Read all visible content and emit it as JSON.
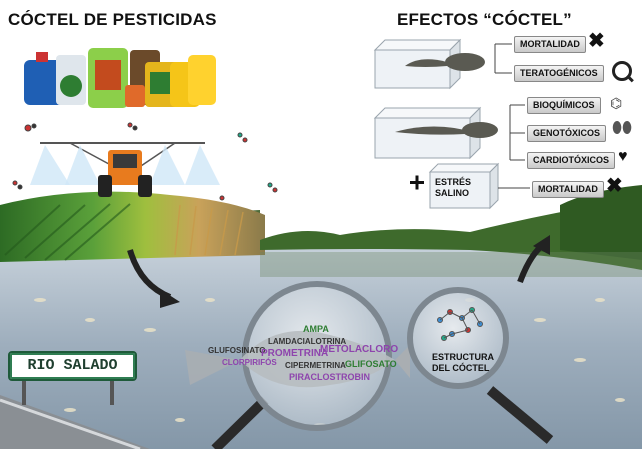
{
  "titles": {
    "left": "CÓCTEL DE PESTICIDAS",
    "right": "EFECTOS “CÓCTEL”"
  },
  "effects": {
    "top_group": [
      {
        "label": "MORTALIDAD",
        "icon": "x-icon"
      },
      {
        "label": "TERATOGÉNICOS",
        "icon": "magnifier-icon"
      }
    ],
    "middle_group": [
      {
        "label": "BIOQUÍMICOS",
        "icon": "molecule-icon"
      },
      {
        "label": "GENOTÓXICOS",
        "icon": "cells-icon"
      },
      {
        "label": "CARDIOTÓXICOS",
        "icon": "heart-icon"
      }
    ],
    "stress": {
      "label": "ESTRÉS SALINO",
      "line1": "ESTRÉS",
      "line2": "SALINO"
    },
    "bottom_group": [
      {
        "label": "MORTALIDAD",
        "icon": "x-icon"
      }
    ]
  },
  "pesticides": [
    {
      "name": "AMPA",
      "color": "#2e7d32"
    },
    {
      "name": "LAMDACIALOTRINA",
      "color": "#333333"
    },
    {
      "name": "GLUFOSINATO",
      "color": "#333333"
    },
    {
      "name": "PROMETRINA",
      "color": "#8e44ad"
    },
    {
      "name": "METOLACLORO",
      "color": "#8e44ad"
    },
    {
      "name": "CLORPIRIFÓS",
      "color": "#8e44ad"
    },
    {
      "name": "CIPERMETRINA",
      "color": "#333333"
    },
    {
      "name": "GLIFOSATO",
      "color": "#2e7d32"
    },
    {
      "name": "PIRACLOSTROBIN",
      "color": "#8e44ad"
    }
  ],
  "structure_caption": {
    "line1": "ESTRUCTURA",
    "line2": "DEL CÓCTEL"
  },
  "sign": {
    "text": "RIO SALADO"
  },
  "colors": {
    "water": "#9fb3c6",
    "sky": "#ffffff",
    "field_green": "#3f8a2e",
    "sign_green": "#1f5a3a"
  }
}
